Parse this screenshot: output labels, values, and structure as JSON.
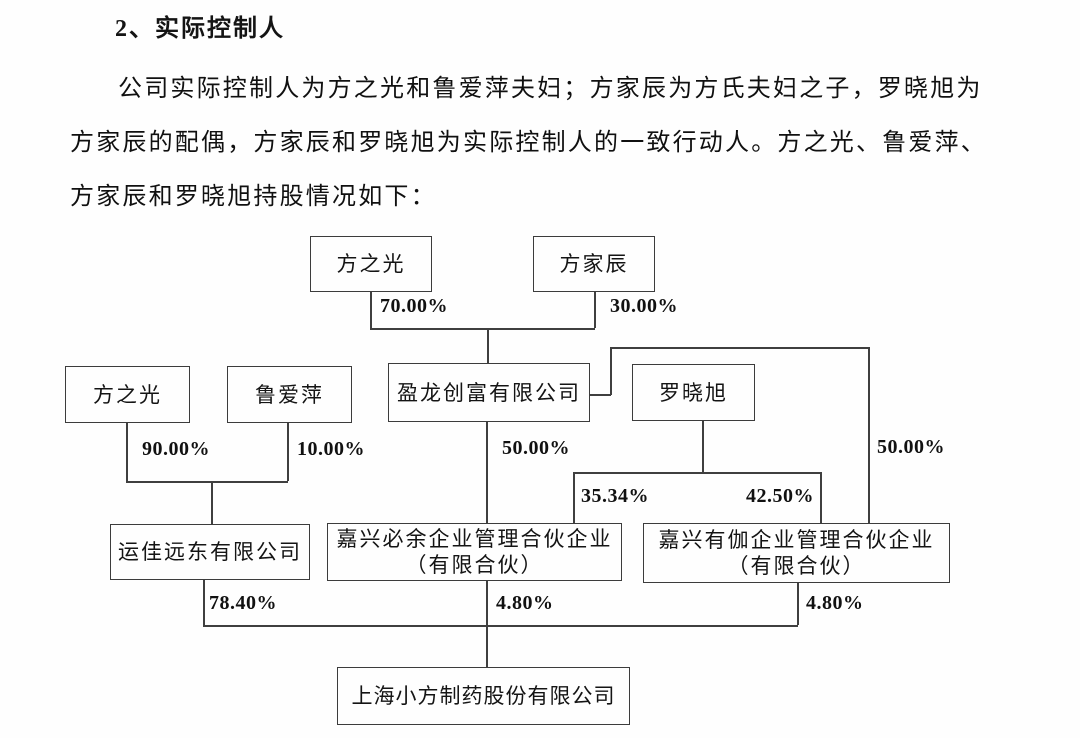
{
  "document": {
    "heading": "2、实际控制人",
    "paragraph_lines": [
      "公司实际控制人为方之光和鲁爱萍夫妇；方家辰为方氏夫妇之子，罗晓旭为",
      "方家辰的配偶，方家辰和罗晓旭为实际控制人的一致行动人。方之光、鲁爱萍、",
      "方家辰和罗晓旭持股情况如下："
    ]
  },
  "diagram": {
    "nodes": {
      "fang_zhiguang_top": "方之光",
      "fang_jiachen": "方家辰",
      "fang_zhiguang_left": "方之光",
      "lu_aiping": "鲁爱萍",
      "yinglong_chuangfu": "盈龙创富有限公司",
      "luo_xiaoxu": "罗晓旭",
      "yunjia_yuandong": "运佳远东有限公司",
      "jiaxing_biyu": [
        "嘉兴必余企业管理合伙企业",
        "（有限合伙）"
      ],
      "jiaxing_youjia": [
        "嘉兴有伽企业管理合伙企业",
        "（有限合伙）"
      ],
      "shanghai_xiaofang": "上海小方制药股份有限公司"
    },
    "edge_labels": {
      "fang_zhiguang_to_yinglong": "70.00%",
      "fang_jiachen_to_yinglong": "30.00%",
      "fang_zhiguang_to_yunjia": "90.00%",
      "lu_aiping_to_yunjia": "10.00%",
      "yinglong_to_biyu": "50.00%",
      "yinglong_to_youjia": "50.00%",
      "luo_xiaoxu_to_biyu": "35.34%",
      "luo_xiaoxu_to_youjia": "42.50%",
      "yunjia_to_xiaofang": "78.40%",
      "biyu_to_xiaofang": "4.80%",
      "youjia_to_xiaofang": "4.80%"
    }
  }
}
